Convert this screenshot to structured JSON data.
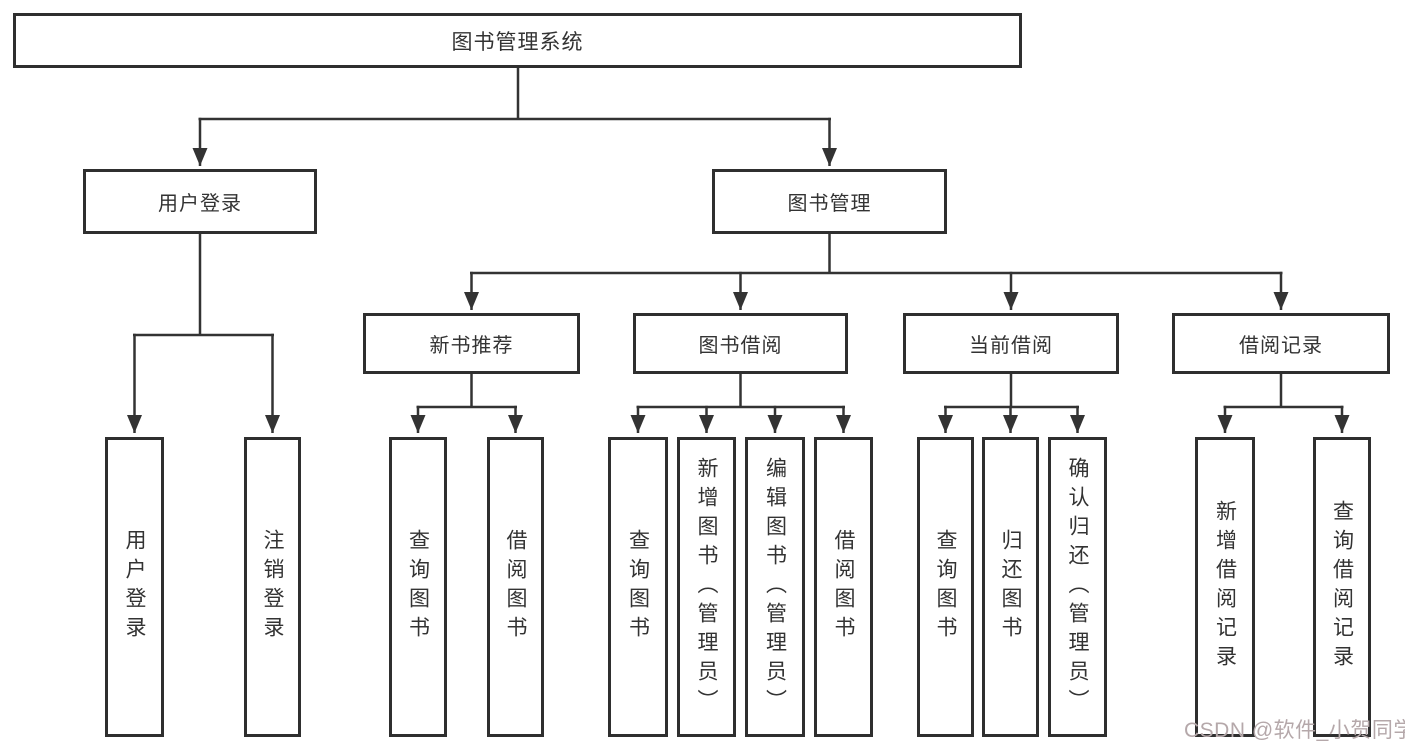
{
  "diagram_title": "图书管理系统",
  "watermark": "CSDN @软件_小贺同学",
  "colors": {
    "line": "#333333",
    "box_border": "#2f2f2f",
    "text": "#333333",
    "watermark_text": "#b5a8aa",
    "background": "#ffffff"
  },
  "nodes": {
    "root": "图书管理系统",
    "user_login": "用户登录",
    "book_management": "图书管理",
    "new_book_recommend": "新书推荐",
    "book_borrow": "图书借阅",
    "current_borrow": "当前借阅",
    "borrow_records": "借阅记录",
    "leaf_user_login": "用户登录",
    "leaf_logout": "注销登录",
    "recommend_query_books": "查询图书",
    "recommend_borrow_books": "借阅图书",
    "borrow_query_books": "查询图书",
    "borrow_add_books": "新增图书（管理员）",
    "borrow_edit_books": "编辑图书（管理员）",
    "borrow_borrow_books": "借阅图书",
    "current_query_books": "查询图书",
    "current_return_books": "归还图书",
    "current_confirm_return": "确认归还（管理员）",
    "records_add_record": "新增借阅记录",
    "records_query_record": "查询借阅记录"
  }
}
